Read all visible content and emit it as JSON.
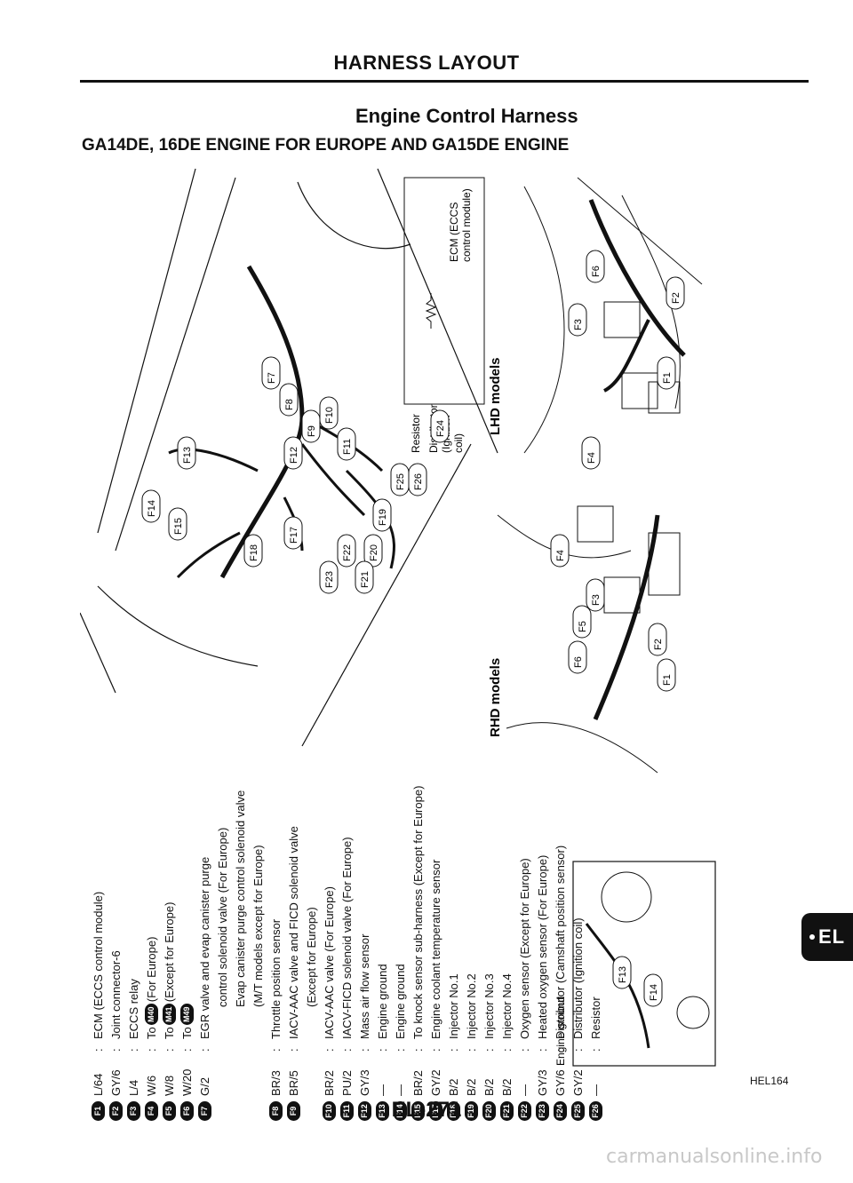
{
  "header": {
    "title": "HARNESS LAYOUT"
  },
  "section": {
    "title": "Engine Control Harness"
  },
  "subtitle": "GA14DE, 16DE ENGINE FOR EUROPE AND GA15DE ENGINE",
  "side_tab": "EL",
  "page_number": "EL-271",
  "figure_code": "HEL164",
  "watermark": "carmanualsonline.info",
  "legend": [
    {
      "id": "F1",
      "code": "L/64",
      "desc": "ECM (ECCS control module)"
    },
    {
      "id": "F2",
      "code": "GY/6",
      "desc": "Joint connector-6"
    },
    {
      "id": "F3",
      "code": "L/4",
      "desc": "ECCS relay"
    },
    {
      "id": "F4",
      "code": "W/6",
      "desc_pre": "To",
      "ref": "M40",
      "desc": "(For Europe)"
    },
    {
      "id": "F5",
      "code": "W/8",
      "desc_pre": "To",
      "ref": "M41",
      "desc": "(Except for Europe)"
    },
    {
      "id": "F6",
      "code": "W/20",
      "desc_pre": "To",
      "ref": "M49",
      "desc": ""
    },
    {
      "id": "F7",
      "code": "G/2",
      "desc": "EGR valve and evap canister purge",
      "cont": [
        "control solenoid valve (For Europe)",
        "Evap canister purge control solenoid valve",
        "(M/T models except for Europe)"
      ]
    },
    {
      "id": "F8",
      "code": "BR/3",
      "desc": "Throttle position sensor"
    },
    {
      "id": "F9",
      "code": "BR/5",
      "desc": "IACV-AAC valve and FICD solenoid valve",
      "cont": [
        "(Except for Europe)"
      ]
    },
    {
      "id": "F10",
      "code": "BR/2",
      "desc": "IACV-AAC valve (For Europe)"
    },
    {
      "id": "F11",
      "code": "PU/2",
      "desc": "IACV-FICD solenoid valve (For Europe)"
    },
    {
      "id": "F12",
      "code": "GY/3",
      "desc": "Mass air flow sensor"
    },
    {
      "id": "F13",
      "code": "—",
      "desc": "Engine ground"
    },
    {
      "id": "F14",
      "code": "—",
      "desc": "Engine ground"
    },
    {
      "id": "F15",
      "code": "BR/2",
      "desc": "To knock sensor sub-harness (Except for Europe)"
    },
    {
      "id": "F17",
      "code": "GY/2",
      "desc": "Engine coolant temperature sensor"
    },
    {
      "id": "F18",
      "code": "B/2",
      "desc": "Injector No.1"
    },
    {
      "id": "F19",
      "code": "B/2",
      "desc": "Injector No.2"
    },
    {
      "id": "F20",
      "code": "B/2",
      "desc": "Injector No.3"
    },
    {
      "id": "F21",
      "code": "B/2",
      "desc": "Injector No.4"
    },
    {
      "id": "F22",
      "code": "—",
      "desc": "Oxygen sensor (Except for Europe)"
    },
    {
      "id": "F23",
      "code": "GY/3",
      "desc": "Heated oxygen sensor (For Europe)"
    },
    {
      "id": "F24",
      "code": "GY/6",
      "desc": "Distributor (Camshaft position sensor)"
    },
    {
      "id": "F25",
      "code": "GY/2",
      "desc": "Distributor (Ignition coil)"
    },
    {
      "id": "F26",
      "code": "—",
      "desc": "Resistor"
    }
  ],
  "diagram": {
    "engine_ground_label": "Engine ground",
    "rhd_label": "RHD models",
    "lhd_label": "LHD models",
    "resistor_label": "Resistor",
    "distributor_label": [
      "Distributor",
      "(Ignition",
      "coil)"
    ],
    "ecm_label": [
      "ECM (ECCS",
      "control module)"
    ],
    "connectors_main": [
      "F7",
      "F8",
      "F9",
      "F10",
      "F11",
      "F12",
      "F13",
      "F14",
      "F15",
      "F17",
      "F18",
      "F19",
      "F20",
      "F21",
      "F22",
      "F23",
      "F24",
      "F25",
      "F26"
    ],
    "connectors_rhd": [
      "F1",
      "F2",
      "F3",
      "F4",
      "F5",
      "F6"
    ],
    "connectors_lhd": [
      "F1",
      "F2",
      "F3",
      "F4",
      "F6"
    ],
    "connectors_inset": [
      "F13",
      "F14"
    ]
  }
}
